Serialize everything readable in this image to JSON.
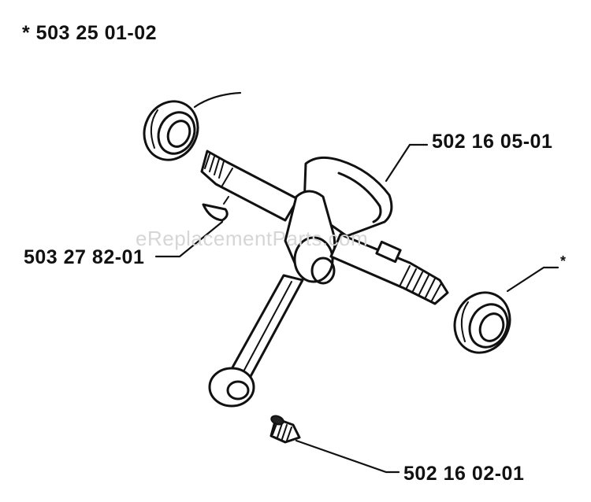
{
  "diagram": {
    "kit_label": "* 503 25 01-02",
    "watermark": "eReplacementParts.com",
    "parts": {
      "crankshaft": "502 16 05-01",
      "key": "503 27 82-01",
      "needle_bearing": "502 16 02-01",
      "ball_bearing_marker": "*"
    }
  }
}
